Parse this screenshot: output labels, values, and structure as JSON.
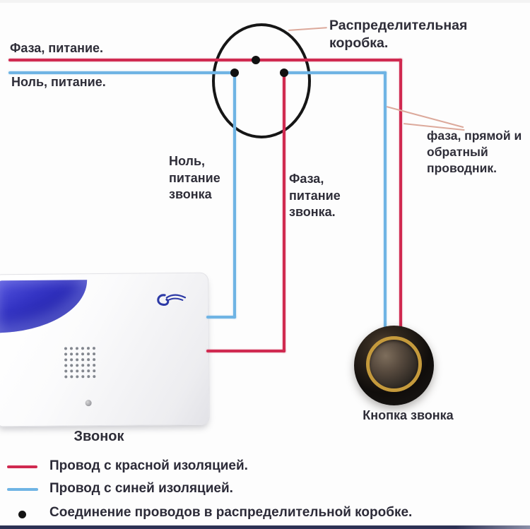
{
  "diagram": {
    "supply": {
      "phase_label": "Фаза, питание.",
      "neutral_label": "Ноль, питание."
    },
    "junction_box": {
      "line1": "Распределительная",
      "line2": "коробка."
    },
    "bell_neutral_wire": {
      "line1": "Ноль,",
      "line2": "питание",
      "line3": "звонка"
    },
    "bell_phase_wire": {
      "line1": "Фаза,",
      "line2": "питание",
      "line3": "звонка."
    },
    "button_wires": {
      "line1": "фаза, прямой и",
      "line2": "обратный",
      "line3": "проводник."
    },
    "bell_label": "Звонок",
    "button_label": "Кнопка звонка"
  },
  "legend": {
    "items": [
      {
        "swatch": "red-wire-sample",
        "text": "Провод с красной изоляцией."
      },
      {
        "swatch": "blue-wire-sample",
        "text": "Провод с синей изоляцией."
      },
      {
        "swatch": "junction-dot-sample",
        "text": "Соединение проводов в распределительной коробке."
      }
    ]
  },
  "colors": {
    "red_wire": "#d02a50",
    "blue_wire": "#6fb4e4",
    "leader_line": "#dca99b",
    "junction_ink": "#161616",
    "bell_panel_blue": "#2a2ab4",
    "button_gold_ring": "#c59a3c",
    "bottom_bar": "#2c3154",
    "text": "#2e2d38"
  }
}
